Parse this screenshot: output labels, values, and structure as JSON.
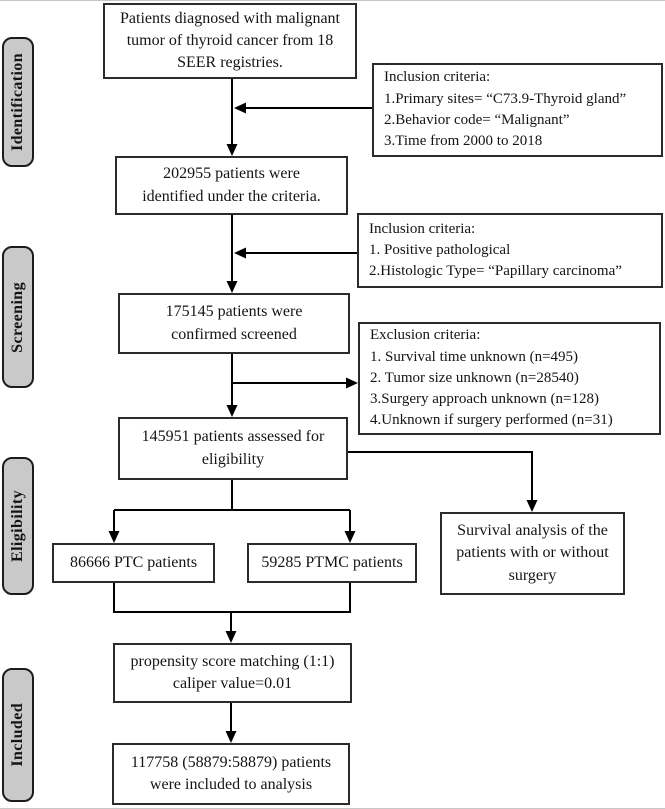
{
  "figure": {
    "stages": [
      {
        "label": "Identification"
      },
      {
        "label": "Screening"
      },
      {
        "label": "Eligibility"
      },
      {
        "label": "Included"
      }
    ],
    "boxes": {
      "source": "Patients diagnosed with malignant\ntumor of thyroid cancer from 18\nSEER registries.",
      "identified": "202955 patients were\nidentified under the criteria.",
      "screened": "175145 patients were\nconfirmed screened",
      "assessed": "145951 patients assessed for\neligibility",
      "ptc": "86666 PTC patients",
      "ptmc": "59285 PTMC patients",
      "psm": "propensity score matching (1:1)\ncaliper value=0.01",
      "final": "117758 (58879:58879) patients\nwere included to analysis",
      "survival": "Survival analysis of the\npatients with or without\nsurgery"
    },
    "criteria": {
      "inclusion_identification": "Inclusion criteria:\n1.Primary sites= “C73.9-Thyroid gland”\n2.Behavior code= “Malignant”\n3.Time from 2000 to 2018",
      "inclusion_screening": "Inclusion criteria:\n1. Positive pathological\n2.Histologic Type= “Papillary carcinoma”",
      "exclusion": "Exclusion criteria:\n1. Survival time unknown (n=495)\n2. Tumor size unknown (n=28540)\n3.Surgery approach unknown (n=128)\n4.Unknown if surgery performed (n=31)"
    },
    "colors": {
      "stage_fill": "#c9c9c9",
      "box_border": "#2b2b2b",
      "arrow": "#000000",
      "background": "#ffffff"
    }
  }
}
